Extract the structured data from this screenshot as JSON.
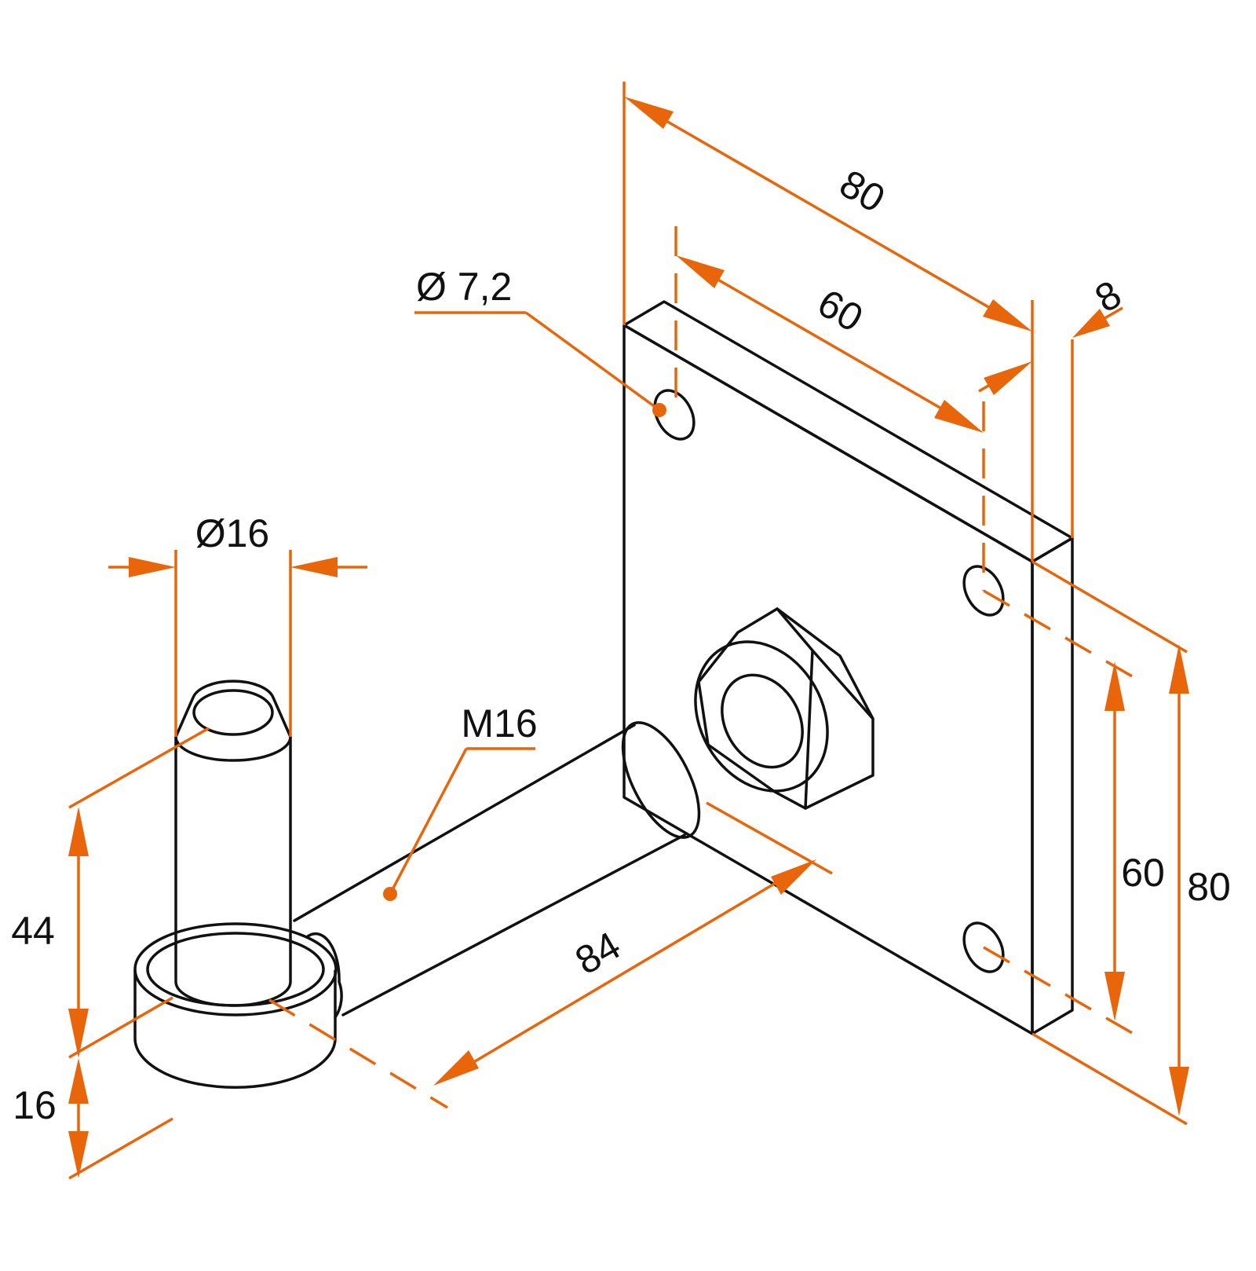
{
  "colors": {
    "dimension": "#e8650a",
    "outline": "#111111",
    "background": "#ffffff"
  },
  "dimensions": {
    "plate_width": "80",
    "hole_spacing_horizontal": "60",
    "plate_thickness": "8",
    "hole_diameter": "Ø 7,2",
    "pin_diameter": "Ø16",
    "thread": "M16",
    "rod_length": "84",
    "pin_height": "44",
    "collar_height": "16",
    "hole_spacing_vertical": "60",
    "plate_height": "80"
  }
}
